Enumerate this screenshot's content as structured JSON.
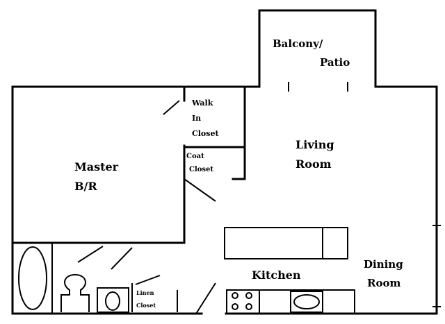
{
  "rooms": {
    "balcony": [
      "Balcony/",
      "Patio"
    ],
    "walk_in_closet": [
      "Walk",
      "In",
      "Closet"
    ],
    "coat_closet": [
      "Coat",
      "Closet"
    ],
    "living_room": [
      "Living",
      "Room"
    ],
    "master_br": [
      "Master",
      "B/R"
    ],
    "kitchen": "Kitchen",
    "dining_room": [
      "Dining",
      "Room"
    ],
    "linen_closet": [
      "Linen",
      "Closet"
    ]
  }
}
